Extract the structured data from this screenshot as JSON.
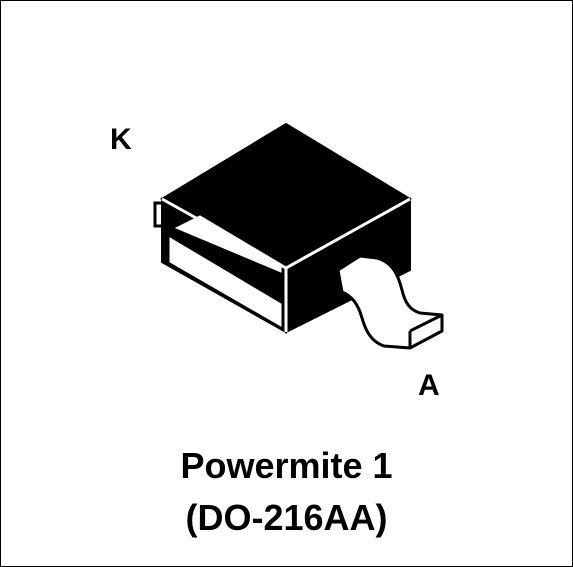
{
  "diagram": {
    "pin_labels": {
      "cathode": "K",
      "anode": "A"
    },
    "caption": {
      "line1": "Powermite 1",
      "line2": "(DO-216AA)"
    },
    "colors": {
      "body": "#000000",
      "lead": "#ffffff",
      "outline": "#000000",
      "background": "#ffffff"
    }
  }
}
